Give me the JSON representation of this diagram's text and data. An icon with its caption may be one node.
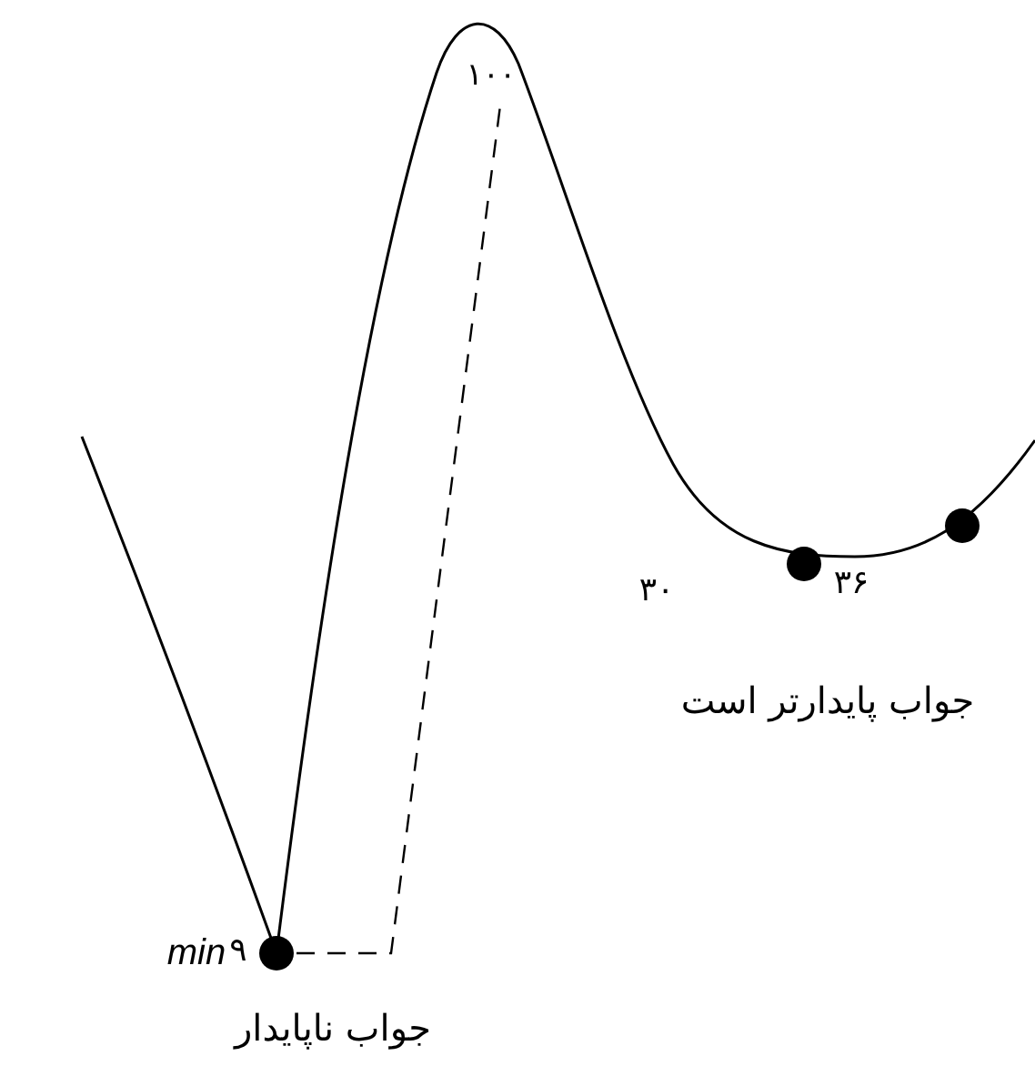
{
  "diagram": {
    "nodes": [
      {
        "text": [],
        "shape": "circle"
      },
      {
        "text": [],
        "shape": "circle"
      },
      {
        "text": [],
        "shape": "circle"
      }
    ],
    "labels": [
      "۱۰۰",
      "۳۰",
      "۳۶",
      "جواب پایدارتر است",
      "min",
      "۹",
      "جواب ناپایدار"
    ]
  }
}
